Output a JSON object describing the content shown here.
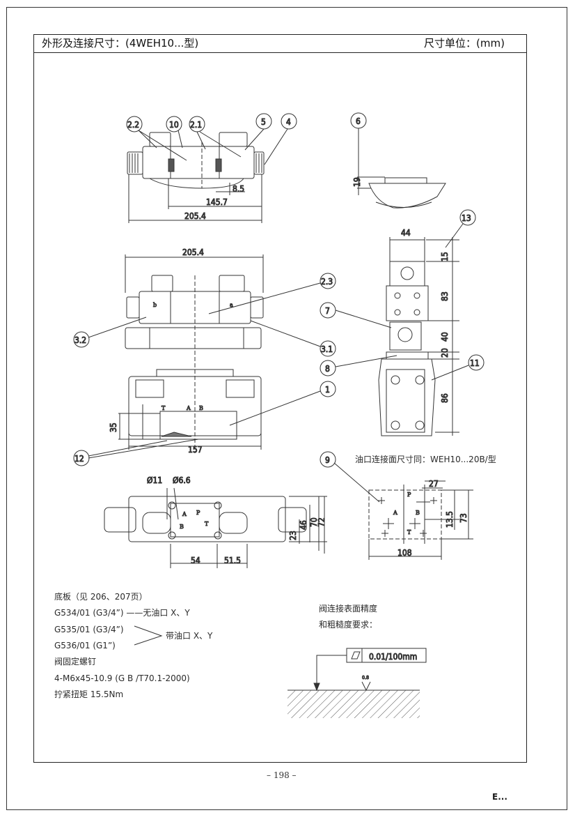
{
  "header": {
    "title": "外形及连接尺寸：(4WEH10...型)",
    "unit": "尺寸单位：(mm)"
  },
  "callouts": [
    "2.2",
    "10",
    "2.1",
    "5",
    "4",
    "6",
    "13",
    "2.3",
    "7",
    "3.2",
    "3.1",
    "8",
    "11",
    "1",
    "12",
    "9"
  ],
  "dimensions": {
    "top_8_5": "8.5",
    "top_145_7": "145.7",
    "top_205_4": "205.4",
    "right_19": "19",
    "mid_205_4": "205.4",
    "side_44": "44",
    "side_15": "15",
    "side_83": "83",
    "side_40": "40",
    "side_20": "20",
    "side_86": "86",
    "front_35": "35",
    "front_157": "157",
    "plan_d11": "Ø11",
    "plan_d6_6": "Ø6.6",
    "plan_54": "54",
    "plan_51_5": "51.5",
    "plan_23": "23",
    "plan_46": "46",
    "plan_70": "70",
    "plan_72": "72",
    "port_27": "27",
    "port_13_5": "13.5",
    "port_73": "73",
    "port_108": "108"
  },
  "port_labels": {
    "T": "T",
    "A": "A",
    "B": "B",
    "P": "P",
    "plan_a": "A",
    "plan_b": "B",
    "plan_p": "P",
    "plan_t": "T",
    "face_a": "A",
    "face_b": "B",
    "face_p": "P",
    "face_t": "T",
    "sol_a": "a",
    "sol_b": "b"
  },
  "port_face_note": "油口连接面尺寸同：WEH10...20B/型",
  "notes": {
    "base_plate": "底板（见 206、207页）",
    "g534": "G534/01 (G3/4”) ——无油口 X、Y",
    "g535": "G535/01 (G3/4”)",
    "g536": "G536/01 (G1”)",
    "with_ports": "带油口 X、Y",
    "screws_title": "阀固定螺钉",
    "screws_spec": "4-M6x45-10.9 (G B /T70.1-2000)",
    "torque": "拧紧扭矩 15.5Nm",
    "surface_title": "阀连接表面精度",
    "surface_title2": "和粗糙度要求：",
    "flatness": "0.01/100mm",
    "roughness": "0.8"
  },
  "page_number": "– 198 –",
  "corner_mark": "E..."
}
